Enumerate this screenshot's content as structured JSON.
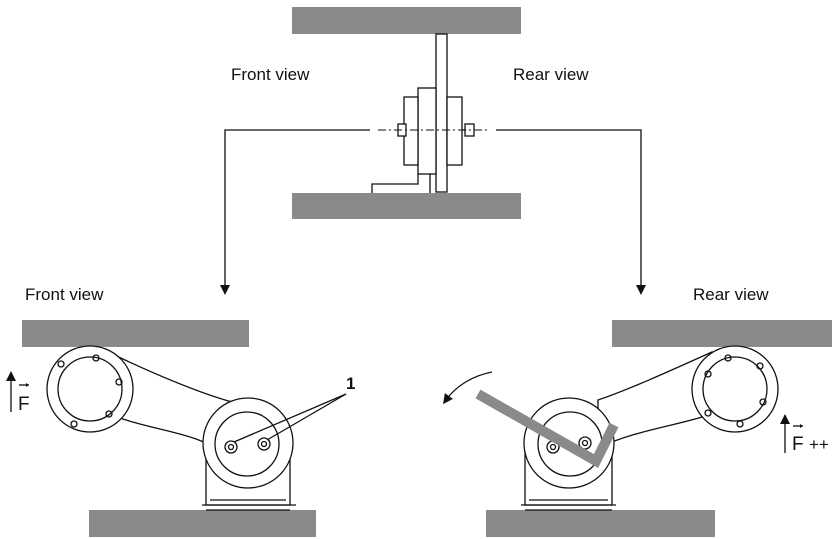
{
  "top_view": {
    "front_label": "Front view",
    "rear_label": "Rear view"
  },
  "front_view": {
    "label": "Front view",
    "force_label": "F",
    "callout": "1"
  },
  "rear_view": {
    "label": "Rear view",
    "force_label": "F",
    "force_suffix": "++"
  },
  "colors": {
    "mounting_plate": "#8a8a8a",
    "line": "#111111",
    "background": "#ffffff"
  },
  "icons": {
    "rotation": "curved-arrow-icon",
    "force": "force-vector-icon"
  }
}
